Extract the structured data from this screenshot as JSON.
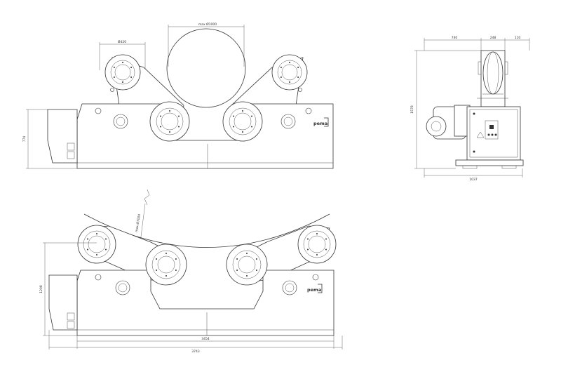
{
  "dimensions": {
    "top_view": {
      "max_diameter": "max Ø1000",
      "roller_diameter": "Ø420",
      "height": "774"
    },
    "side_view": {
      "dim_740": "740",
      "dim_248": "248",
      "dim_110": "110",
      "height": "1578",
      "width": "1037"
    },
    "bottom_view": {
      "max_diameter": "max Ø7000",
      "height": "1208",
      "inner_length": "3454",
      "total_length": "3743"
    }
  },
  "brand": {
    "logo_text": "pema"
  },
  "colors": {
    "line": "#333333",
    "background": "#ffffff"
  }
}
